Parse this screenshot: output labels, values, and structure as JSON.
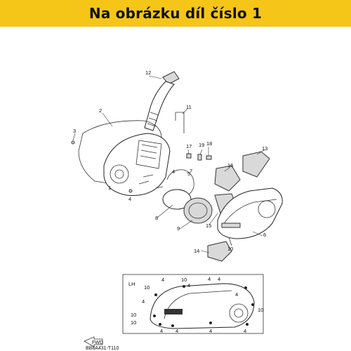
{
  "banner": {
    "text": "Na obrázku díl číslo 1"
  },
  "diagram": {
    "callouts": {
      "n1": "1",
      "n2": "2",
      "n3": "3",
      "n4a": "4",
      "n4b": "4",
      "n5": "5",
      "n6": "6",
      "n7": "7",
      "n8": "8",
      "n9": "9",
      "n10": "10",
      "n11": "11",
      "n12": "12",
      "n13": "13",
      "n14": "14",
      "n15": "15",
      "n16": "16",
      "n17": "17",
      "n18": "18",
      "n19": "19"
    },
    "inset": {
      "side_label": "LH",
      "labels_4": "4",
      "labels_10": "10"
    },
    "fwd_label": "FWD",
    "diagram_code": "BB8A431-T110"
  }
}
